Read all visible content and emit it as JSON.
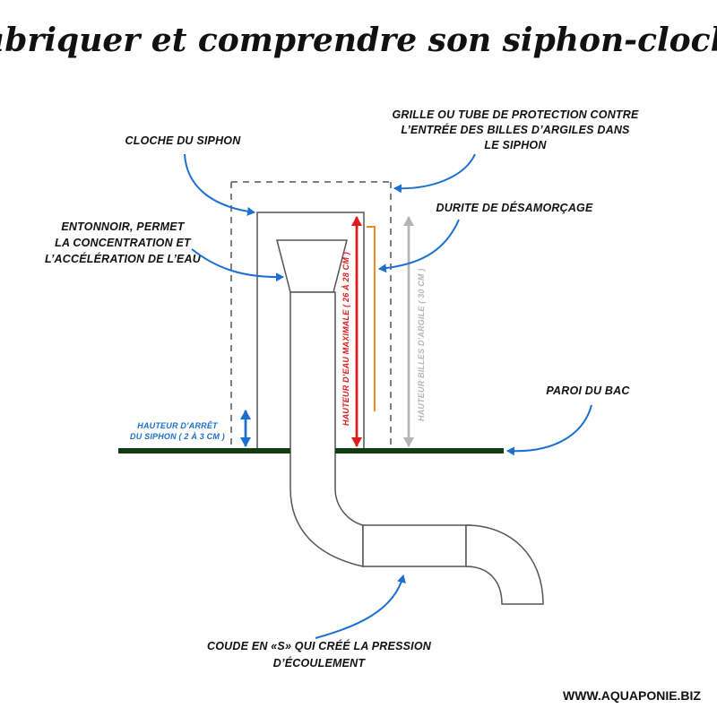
{
  "title": "Fabriquer et comprendre son siphon-cloche",
  "labels": {
    "cloche": "CLOCHE DU SIPHON",
    "grille": [
      "GRILLE OU TUBE DE PROTECTION CONTRE",
      "L’ENTRÉE DES BILLES D’ARGILES DANS",
      "LE SIPHON"
    ],
    "entonnoir": [
      "ENTONNOIR, PERMET",
      "LA CONCENTRATION ET",
      "L’ACCÉLÉRATION DE L’EAU"
    ],
    "durite": "DURITE DE DÉSAMORÇAGE",
    "paroi": "PAROI DU BAC",
    "hauteur_arret": [
      "HAUTEUR D’ARRÊT",
      "DU SIPHON ( 2 À 3 CM )"
    ],
    "hauteur_eau": "HAUTEUR D’EAU MAXIMALE ( 26 À 28 CM )",
    "hauteur_billes": "HAUTEUR BILLES D’ARGILE ( 30 CM )",
    "coude": [
      "COUDE EN «S» QUI CRÉÉ LA PRESSION",
      "D’ÉCOULEMENT"
    ]
  },
  "footer": "WWW.AQUAPONIE.BIZ",
  "colors": {
    "callout_blue": "#1a6fd1",
    "water_red": "#e01b1b",
    "clay_gray": "#b5b5b5",
    "hose_orange": "#f08a1c",
    "tank_wall": "#123d12",
    "stop_label_blue": "#1a6fd1"
  }
}
